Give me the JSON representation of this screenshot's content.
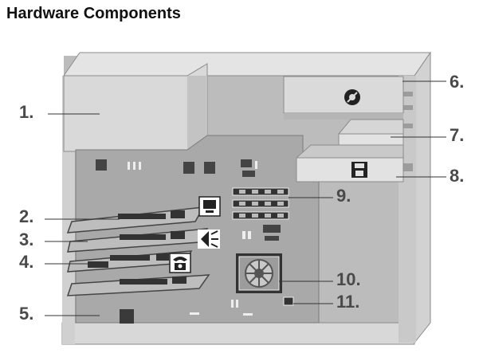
{
  "title": "Hardware Components",
  "labels": [
    "1.",
    "2.",
    "3.",
    "4.",
    "5.",
    "6.",
    "7.",
    "8.",
    "9.",
    "10.",
    "11."
  ],
  "icons": {
    "optical_drive": "disc-icon",
    "floppy_drive": "floppy-disk-icon",
    "video_card": "monitor-icon",
    "sound_card": "speaker-icon",
    "modem_card": "telephone-icon"
  },
  "colors": {
    "case_light": "#dedede",
    "case_mid": "#c6c6c6",
    "case_dark": "#9a9a9a",
    "board": "#a6a6a6",
    "label": "#4a4a4a"
  }
}
